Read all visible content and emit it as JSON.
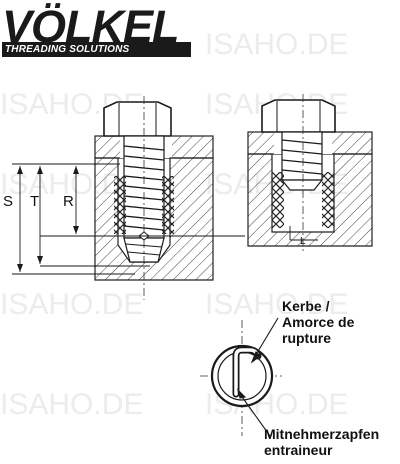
{
  "logo": {
    "brand": "VÖLKEL",
    "tagline": "THREADING SOLUTIONS"
  },
  "watermark": {
    "text": "ISAHO.DE"
  },
  "dimensions": {
    "s": "S",
    "t": "T",
    "r": "R",
    "l": "L"
  },
  "callouts": {
    "notch_line1": "Kerbe /",
    "notch_line2": "Amorce de",
    "notch_line3": "rupture",
    "tang_line1": "Mitnehmerzapfen",
    "tang_line2": "entraineur"
  },
  "colors": {
    "ink": "#1a1a1a",
    "watermark": "#e9e9e9",
    "hatch": "#555555"
  }
}
